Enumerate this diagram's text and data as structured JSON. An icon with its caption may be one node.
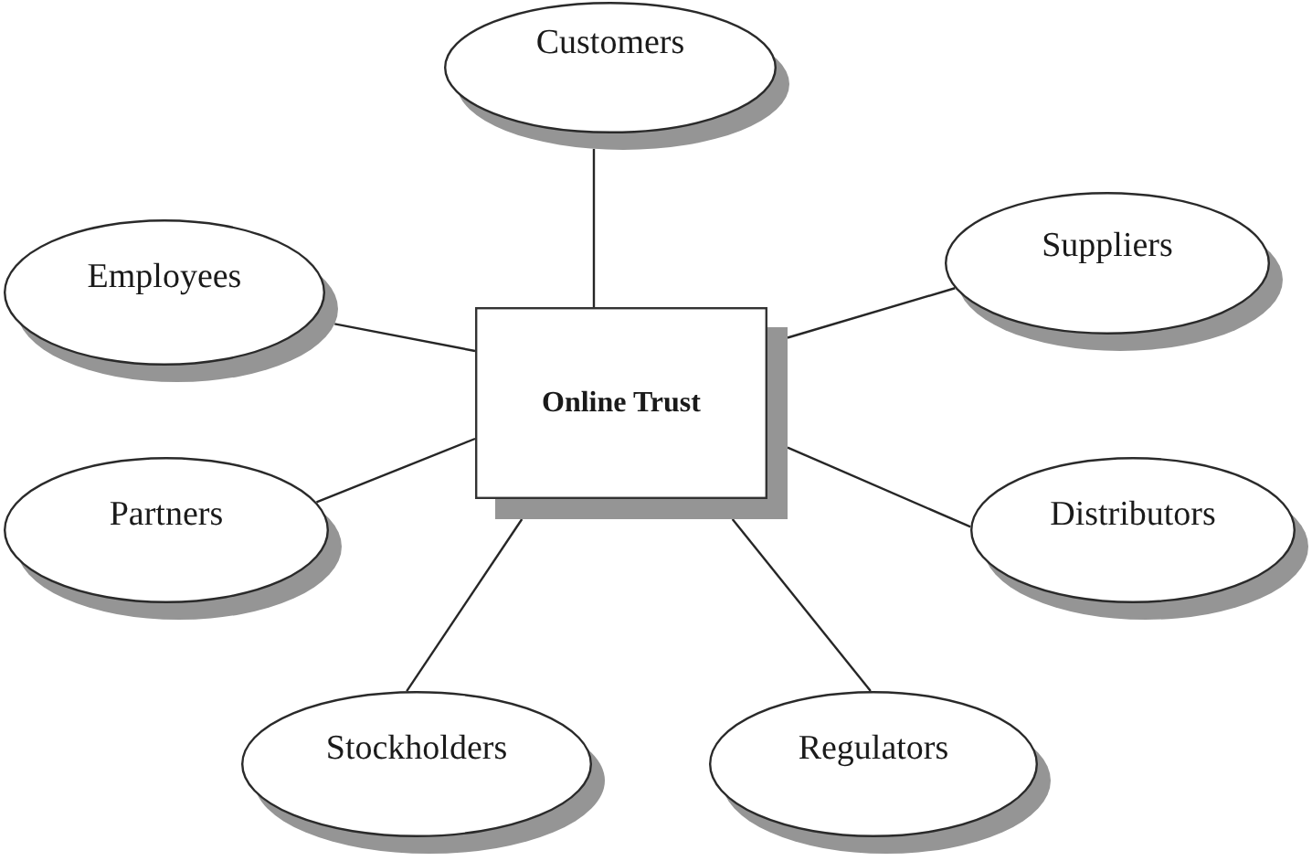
{
  "diagram": {
    "nodes": [
      {
        "text": [
          "Customers"
        ]
      },
      {
        "text": [
          "Employees"
        ]
      },
      {
        "text": [
          "Suppliers"
        ]
      },
      {
        "text": [
          "Online Trust"
        ]
      },
      {
        "text": [
          "Partners"
        ]
      },
      {
        "text": [
          "Distributors"
        ]
      },
      {
        "text": [
          "Stockholders"
        ]
      },
      {
        "text": [
          "Regulators"
        ]
      }
    ],
    "edges": [
      {
        "from": 3,
        "to": 0,
        "arrow": "none"
      },
      {
        "from": 3,
        "to": 1,
        "arrow": "none"
      },
      {
        "from": 3,
        "to": 2,
        "arrow": "none"
      },
      {
        "from": 3,
        "to": 4,
        "arrow": "none"
      },
      {
        "from": 3,
        "to": 5,
        "arrow": "none"
      },
      {
        "from": 3,
        "to": 6,
        "arrow": "none"
      },
      {
        "from": 3,
        "to": 7,
        "arrow": "none"
      }
    ]
  }
}
